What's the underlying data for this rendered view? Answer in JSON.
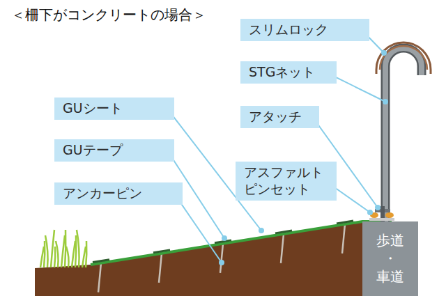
{
  "diagram": {
    "title": "＜柵下がコンクリートの場合＞",
    "nodes": [
      {
        "text": [
          "スリムロック"
        ]
      },
      {
        "text": [
          "STGネット"
        ]
      },
      {
        "text": [
          "GUシート"
        ]
      },
      {
        "text": [
          "アタッチ"
        ]
      },
      {
        "text": [
          "GUテープ"
        ]
      },
      {
        "text": [
          "アスファルト ピンセット"
        ]
      },
      {
        "text": [
          "アンカーピン"
        ]
      },
      {
        "text": [
          "歩道 ・ 車道"
        ]
      }
    ]
  }
}
